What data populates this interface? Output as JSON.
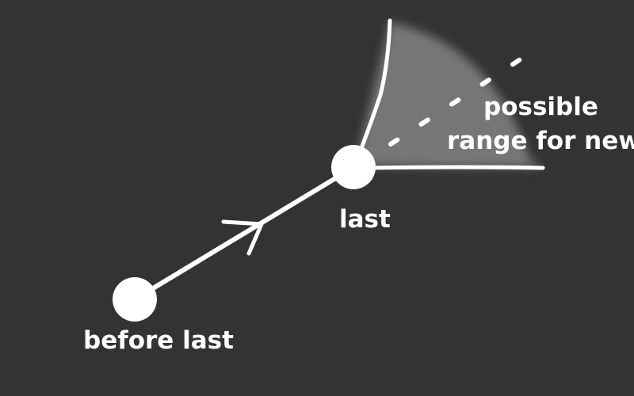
{
  "diagram": {
    "labels": {
      "before_last": "before last",
      "last": "last",
      "range_line1": "possible",
      "range_line2": "range for new"
    },
    "colors": {
      "background": "#333333",
      "stroke": "#ffffff",
      "range_fill": "#7a7a7a"
    }
  }
}
